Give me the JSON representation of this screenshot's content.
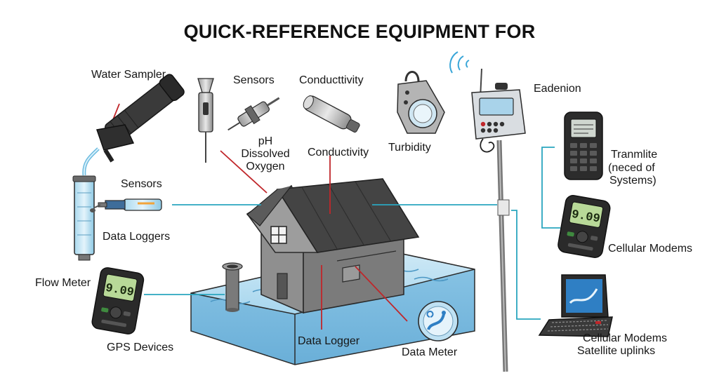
{
  "title": "QUICK-REFERENCE EQUIPMENT FOR",
  "labels": {
    "water_sampler": "Water Sampler",
    "sensors_top": "Sensors",
    "conductivity_top": "Conducttivity",
    "ph": "pH",
    "dissolved": "Dissolved",
    "oxygen": "Oxygen",
    "conductivity": "Conductivity",
    "turbidity": "Turbidity",
    "eadenion": "Eadenion",
    "tranmlite": "Tranmlite",
    "neced_of": "(neced of",
    "systems": "Systems)",
    "sensors_left": "Sensors",
    "data_loggers": "Data Loggers",
    "flow_meter": "Flow Meter",
    "gps_devices": "GPS Devices",
    "data_logger": "Data Logger",
    "data_meter": "Data Meter",
    "cellular_modems_1": "Cellular Modems",
    "cellular_modems_2": "Cellular Modems",
    "satellite_uplinks": "Satellite uplinks"
  },
  "devices": {
    "gps_screen": "9.09",
    "modem_screen": "9.09"
  },
  "colors": {
    "red_leader": "#c0262a",
    "teal_leader": "#2aa6bf",
    "water": "#9fd0ea",
    "roof": "#454545",
    "wall": "#8a8a8a"
  }
}
